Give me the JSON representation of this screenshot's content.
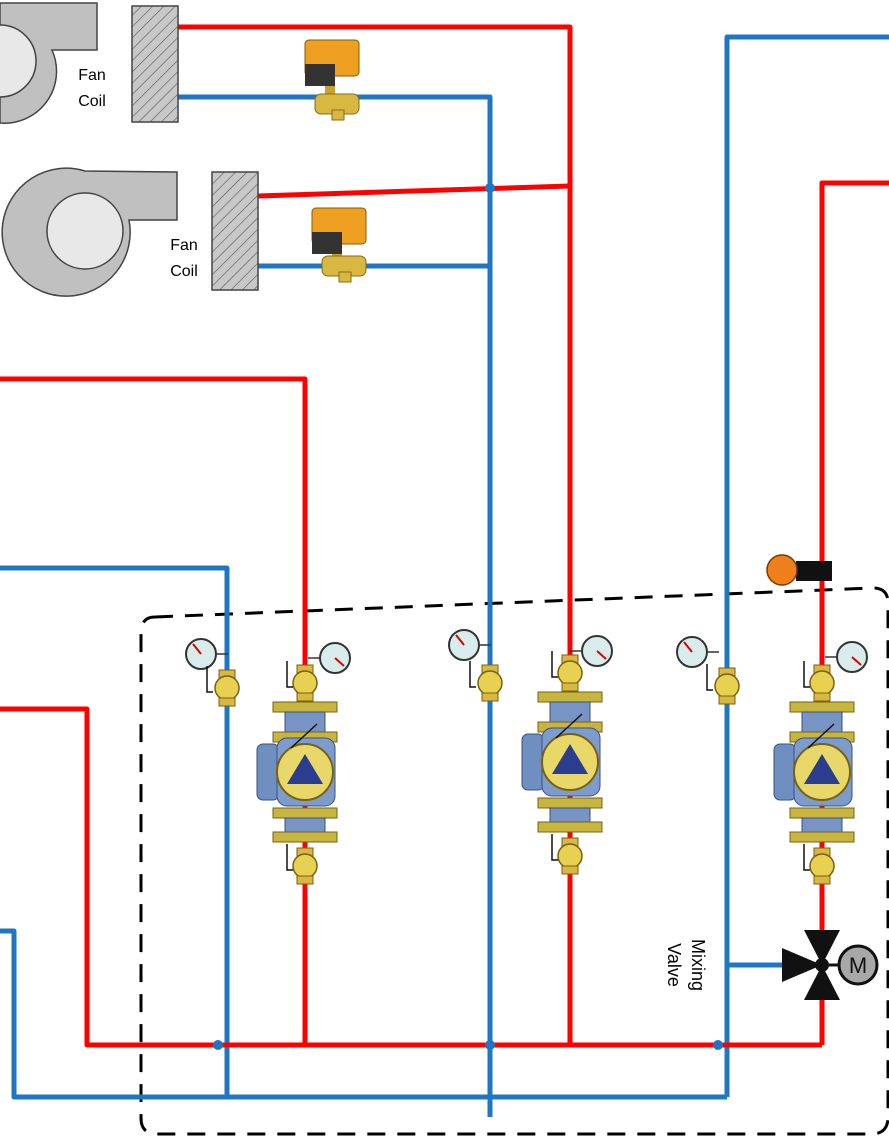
{
  "labels": {
    "fan_coil_1": [
      "Fan",
      "Coil"
    ],
    "fan_coil_2": [
      "Fan",
      "Coil"
    ],
    "mixing_valve": [
      "Mixing",
      "Valve"
    ],
    "motor": "M"
  },
  "colors": {
    "supply_pipe": "#ff0000",
    "return_pipe": "#1f77c4",
    "brass": "#d4c02a",
    "pump_body": "#6f8fc0",
    "pump_face": "#e8d86a",
    "pump_triangle": "#2b3d8f",
    "actuator": "#f0a020",
    "sensor": "#ef7f1a",
    "fan_casing": "#c0c0c0"
  }
}
